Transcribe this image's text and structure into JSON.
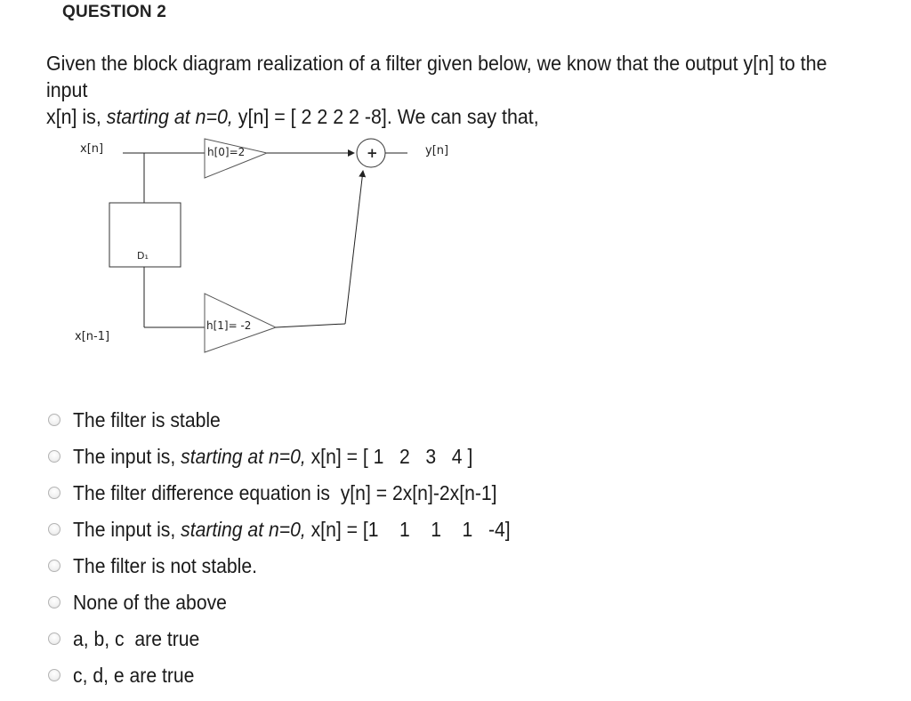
{
  "question": {
    "heading": "QUESTION 2",
    "prompt_line1": "Given the block diagram realization of a filter given below, we know that the output y[n] to the input",
    "prompt_line2_pre": "x[n] is, ",
    "prompt_line2_italic": "starting at n=0,",
    "prompt_line2_post": " y[n] = [ 2  2  2  2 -8]. We can say that,"
  },
  "diagram": {
    "input_label": "x[n]",
    "output_label": "y[n]",
    "delayed_label": "x[n-1]",
    "delay_block_label": "D₁",
    "gain0_label": "h[0]=2",
    "gain1_label": "h[1]= -2",
    "adder_symbol": "+"
  },
  "options": [
    {
      "pre": "The filter is stable",
      "italic": "",
      "post": ""
    },
    {
      "pre": "The input is, ",
      "italic": "starting at n=0,",
      "post": " x[n] = [ 1   2   3   4 ]"
    },
    {
      "pre": "The filter difference equation is  y[n] = 2x[n]-2x[n-1]",
      "italic": "",
      "post": ""
    },
    {
      "pre": "The input is, ",
      "italic": "starting at n=0,",
      "post": " x[n] = [1    1    1    1   -4]"
    },
    {
      "pre": "The filter is not stable.",
      "italic": "",
      "post": ""
    },
    {
      "pre": "None of the above",
      "italic": "",
      "post": ""
    },
    {
      "pre": "a, b, c  are true",
      "italic": "",
      "post": ""
    },
    {
      "pre": "c, d, e are true",
      "italic": "",
      "post": ""
    }
  ]
}
